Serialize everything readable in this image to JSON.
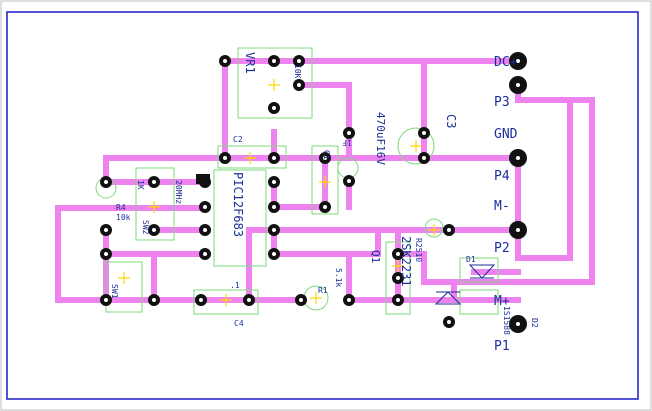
{
  "colors": {
    "trace": "#ee82ee",
    "silkscreen": "#1b2f9a",
    "component_outline": "#7fd87f",
    "pad": "#111111",
    "marker": "#ffd700",
    "outer_frame": "#1a1acb"
  },
  "labels": {
    "dc_plus": "DC+",
    "p3": "P3",
    "gnd": "GND",
    "p4": "P4",
    "m_minus": "M-",
    "p2": "P2",
    "m_plus": "M+",
    "p1": "P1",
    "vr1": "VR1",
    "vr1_value": "10K",
    "c3": "C3",
    "c3_value": "470uF16V",
    "c2": "C2",
    "c1_value": "1F",
    "c1": "C1",
    "ic": "PIC12F683",
    "xtal": "20MHz",
    "p5": "1K",
    "r4": "R4",
    "r4_value": "10k",
    "sw2": "SW2",
    "sw1": "SW1",
    "c4_value": ".1",
    "c4": "C4",
    "r1": "R1",
    "r1_value": "5.1k",
    "q1": "Q1",
    "q1_part": "2SK2231",
    "d1": "D1",
    "r2": "R2510",
    "d2": "D2",
    "d3": "1S1588"
  }
}
